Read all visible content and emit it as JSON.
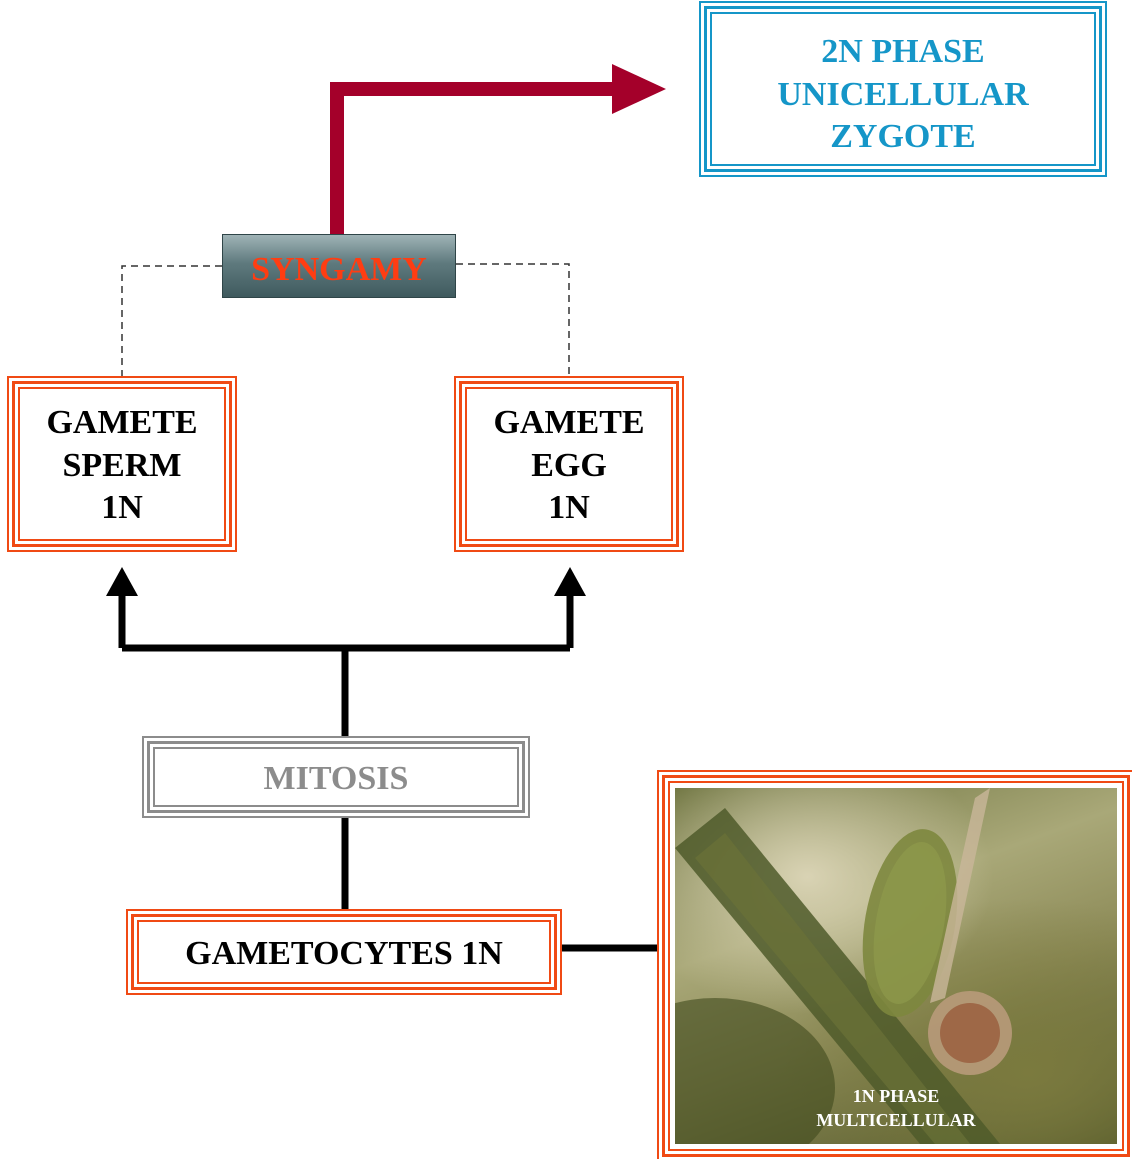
{
  "diagram": {
    "zygote_box": {
      "lines": [
        "2N PHASE",
        "UNICELLULAR",
        "ZYGOTE"
      ],
      "color": "#1596c8"
    },
    "syngamy": {
      "label": "SYNGAMY",
      "text_color": "#ff3d12"
    },
    "sperm_box": {
      "lines": [
        "GAMETE",
        "SPERM",
        "1N"
      ]
    },
    "egg_box": {
      "lines": [
        "GAMETE",
        "EGG",
        "1N"
      ]
    },
    "mitosis": {
      "label": "MITOSIS",
      "text_color": "#8c8c8c"
    },
    "gametocytes_box": {
      "label": "GAMETOCYTES 1N"
    },
    "photo": {
      "caption_lines": [
        "1N PHASE",
        "MULTICELLULAR"
      ]
    },
    "colors": {
      "accent_red": "#f04a14",
      "arrow_crimson": "#a4002a",
      "connector_black": "#000000",
      "dashed_line": "#333333"
    }
  }
}
